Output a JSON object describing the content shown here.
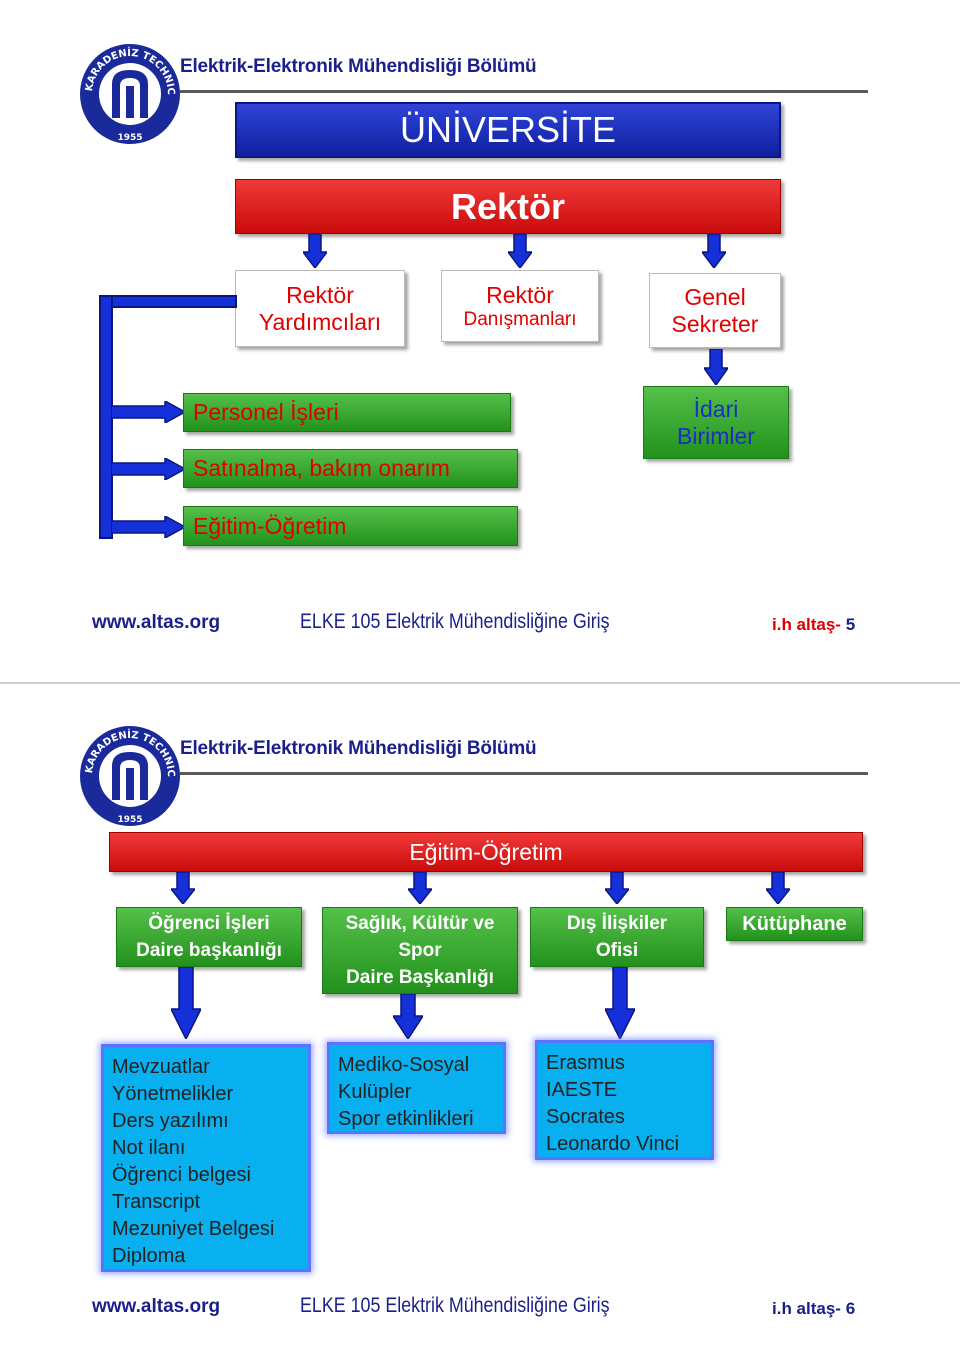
{
  "header": {
    "department": "Elektrik-Elektronik Mühendisliği Bölümü",
    "logo_text": "KARADENİZ TECHNICAL UNIVERSITY",
    "logo_year": "1955"
  },
  "slide1": {
    "title": "ÜNİVERSİTE",
    "rector": "Rektör",
    "rector_assistants": {
      "line1": "Rektör",
      "line2": "Yardımcıları"
    },
    "rector_advisors": {
      "line1": "Rektör",
      "line2": "Danışmanları"
    },
    "general_secretary": {
      "line1": "Genel",
      "line2": "Sekreter"
    },
    "personnel": "Personel İşleri",
    "procurement": "Satınalma, bakım onarım",
    "education": "Eğitim-Öğretim",
    "admin_units": {
      "line1": "İdari",
      "line2": "Birimler"
    },
    "footer": {
      "site": "www.altas.org",
      "course": "ELKE 105 Elektrik Mühendisliğine Giriş",
      "author": "i.h altaş-",
      "page": "5"
    }
  },
  "slide2": {
    "title": "Eğitim-Öğretim",
    "units": [
      {
        "lines": [
          "Öğrenci İşleri",
          "Daire başkanlığı"
        ]
      },
      {
        "lines": [
          "Sağlık, Kültür ve",
          "Spor",
          "Daire Başkanlığı"
        ]
      },
      {
        "lines": [
          "Dış İlişkiler",
          "Ofisi"
        ]
      },
      {
        "lines": [
          "Kütüphane"
        ]
      }
    ],
    "details": [
      {
        "items": [
          "Mevzuatlar",
          "Yönetmelikler",
          "Ders yazılımı",
          "Not ilanı",
          "Öğrenci belgesi",
          "Transcript",
          "Mezuniyet Belgesi",
          "Diploma"
        ]
      },
      {
        "items": [
          "Mediko-Sosyal",
          "Kulüpler",
          "Spor etkinlikleri"
        ]
      },
      {
        "items": [
          "Erasmus",
          "IAESTE",
          "Socrates",
          "Leonardo Vinci"
        ]
      }
    ],
    "footer": {
      "site": "www.altas.org",
      "course": "ELKE 105 Elektrik Mühendisliğine Giriş",
      "author": "i.h altaş-",
      "page": "6"
    }
  },
  "colors": {
    "navy_text": "#1a1f8a",
    "blue_box": "#1a2fc4",
    "red_box": "#e01818",
    "green_box": "#3aaa32",
    "cyan_box": "#08b0ef",
    "red_text": "#e00000"
  }
}
